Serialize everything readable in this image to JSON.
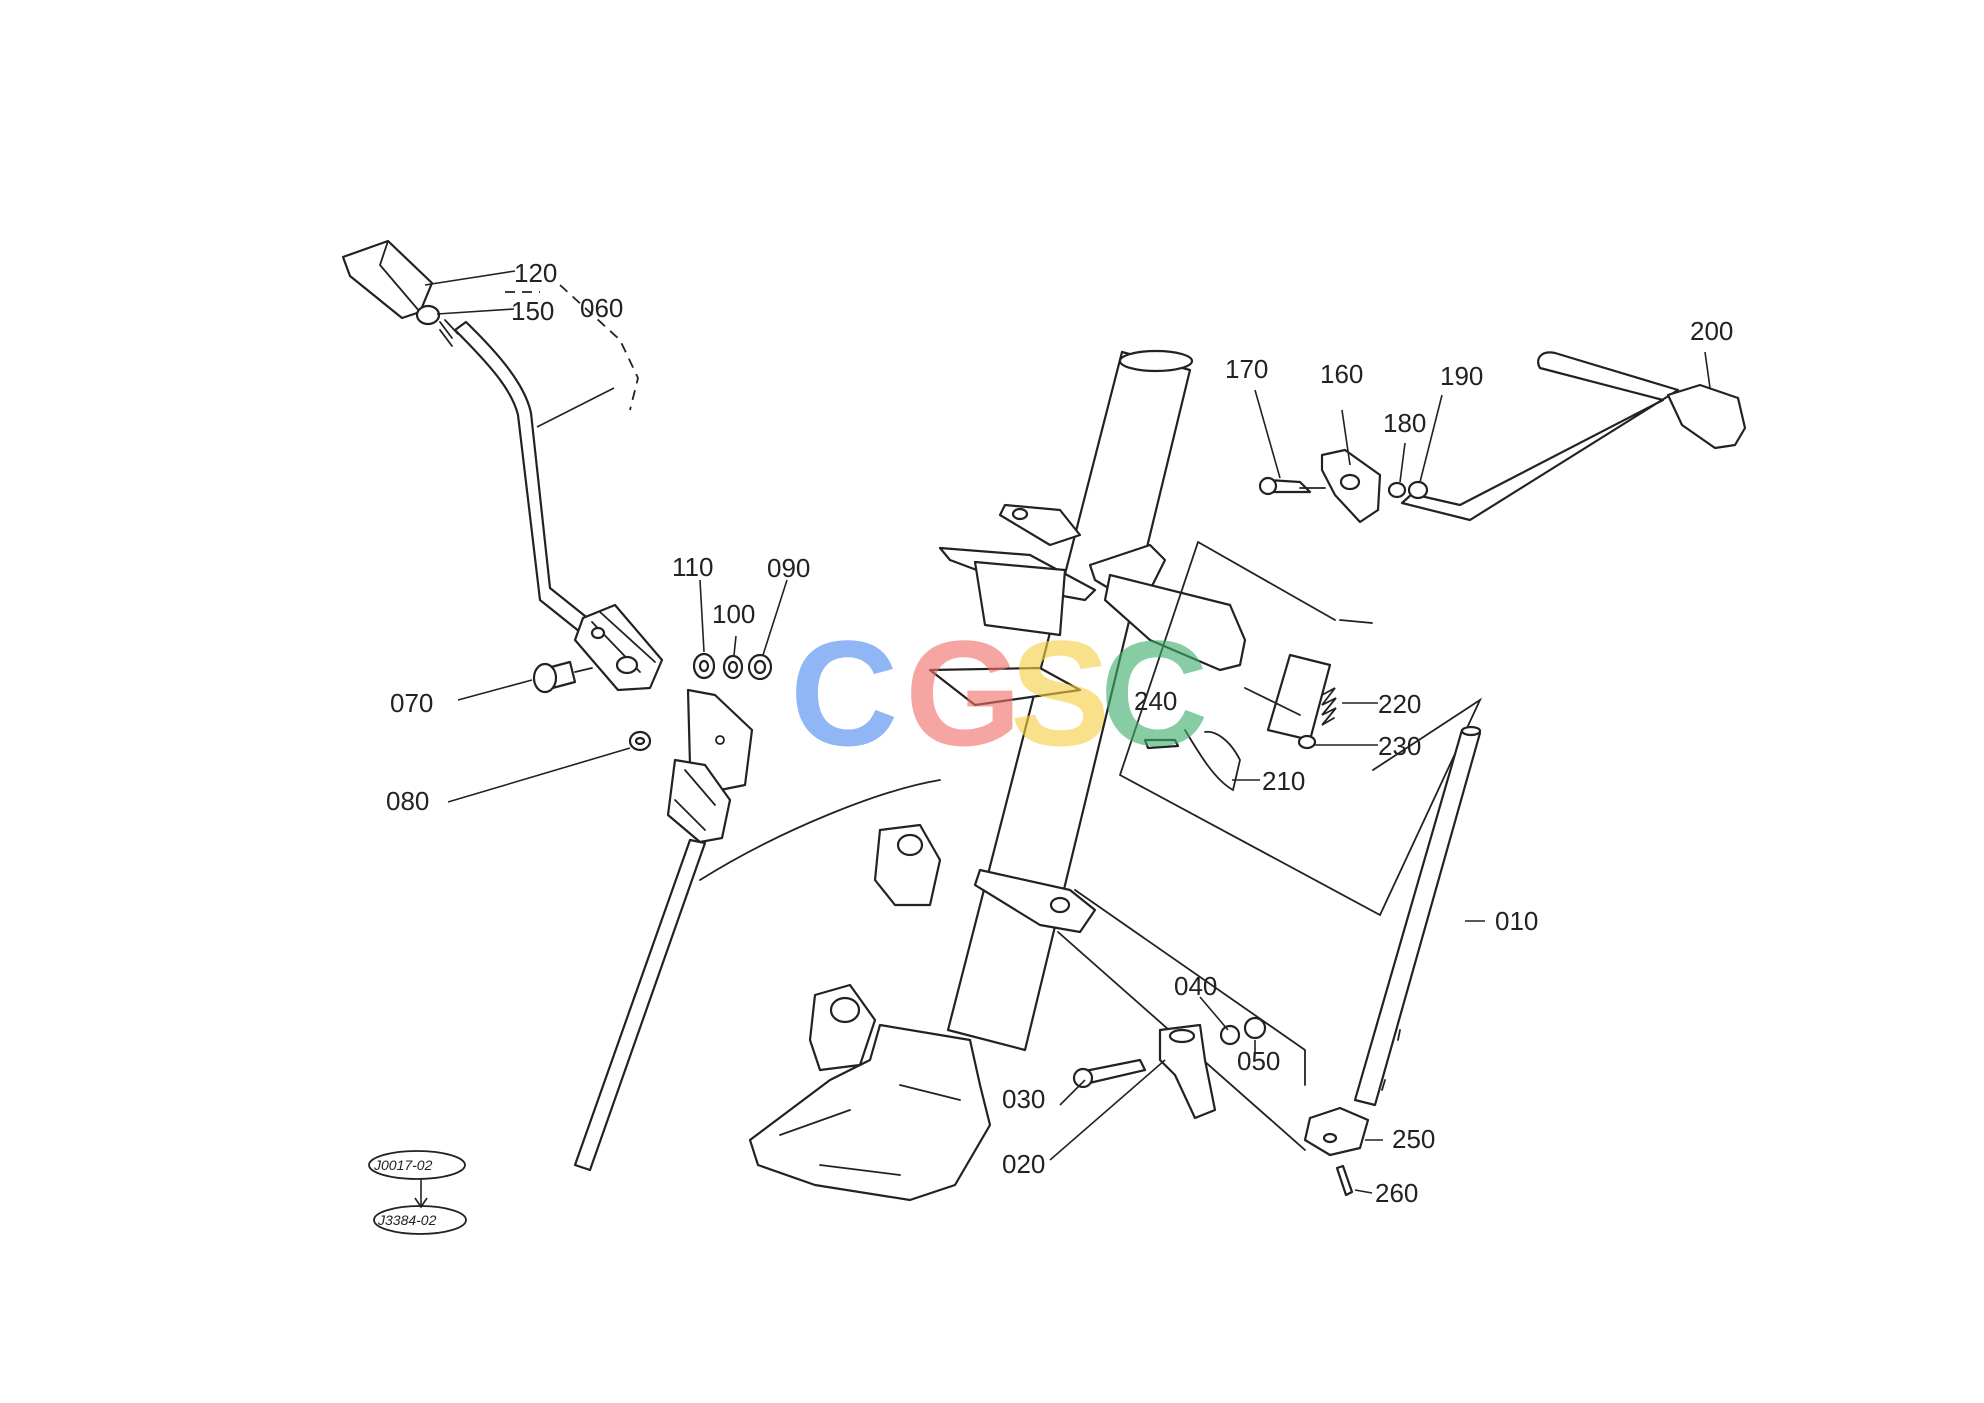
{
  "parts": {
    "p010": "010",
    "p020": "020",
    "p030": "030",
    "p040": "040",
    "p050": "050",
    "p060": "060",
    "p070": "070",
    "p080": "080",
    "p090": "090",
    "p100": "100",
    "p110": "110",
    "p120": "120",
    "p150": "150",
    "p160": "160",
    "p170": "170",
    "p180": "180",
    "p190": "190",
    "p200": "200",
    "p210": "210",
    "p220": "220",
    "p230": "230",
    "p240": "240",
    "p250": "250",
    "p260": "260"
  },
  "references": {
    "top": "J0017-02",
    "bottom": "J3384-02"
  },
  "watermark": {
    "letters": [
      "C",
      "G",
      "S",
      "C"
    ],
    "colors": [
      "#4d8bf0",
      "#ef6f6a",
      "#f6cf45",
      "#3fae6a"
    ]
  }
}
